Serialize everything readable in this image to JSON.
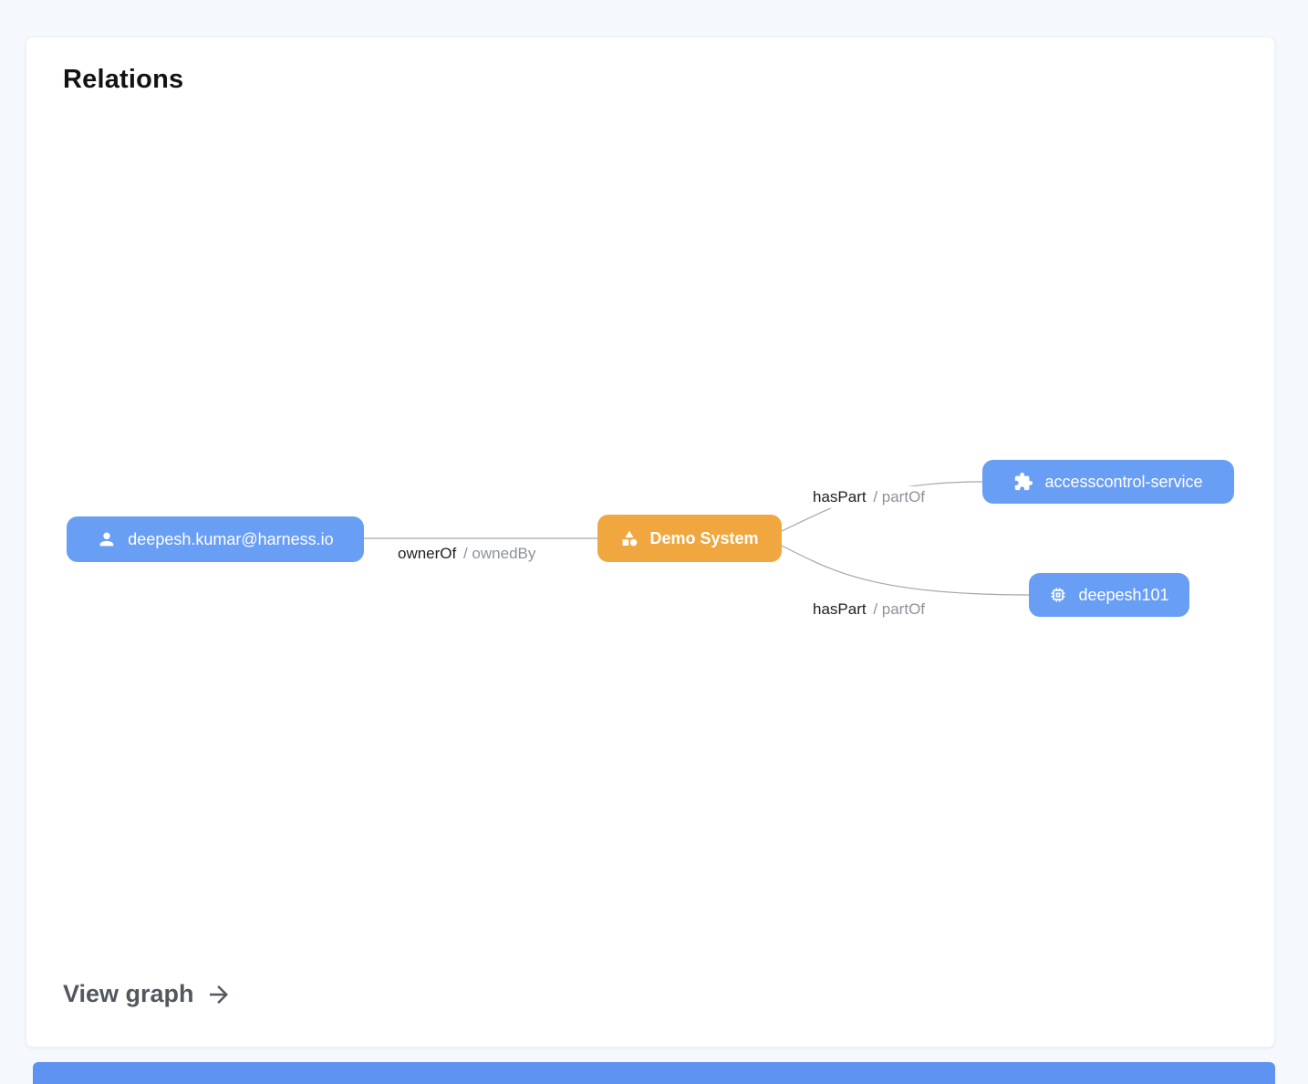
{
  "card": {
    "title": "Relations",
    "footer_link": "View graph"
  },
  "colors": {
    "node_blue": "#699ef5",
    "node_orange": "#f0a73f",
    "edge_line": "#a3a7ad",
    "edge_label_primary": "#202124",
    "edge_label_secondary": "#8d929a",
    "page_background": "#f5f8fc"
  },
  "graph": {
    "nodes": [
      {
        "label": "deepesh.kumar@harness.io",
        "icon": "person-icon",
        "type": "user"
      },
      {
        "label": "Demo System",
        "icon": "category-icon",
        "type": "system"
      },
      {
        "label": "accesscontrol-service",
        "icon": "puzzle-icon",
        "type": "service"
      },
      {
        "label": "deepesh101",
        "icon": "chip-icon",
        "type": "component"
      }
    ],
    "edges": [
      {
        "from": "deepesh.kumar@harness.io",
        "to": "Demo System",
        "label_primary": "ownerOf",
        "label_secondary": "/ ownedBy"
      },
      {
        "from": "Demo System",
        "to": "accesscontrol-service",
        "label_primary": "hasPart",
        "label_secondary": "/ partOf"
      },
      {
        "from": "Demo System",
        "to": "deepesh101",
        "label_primary": "hasPart",
        "label_secondary": "/ partOf"
      }
    ]
  }
}
